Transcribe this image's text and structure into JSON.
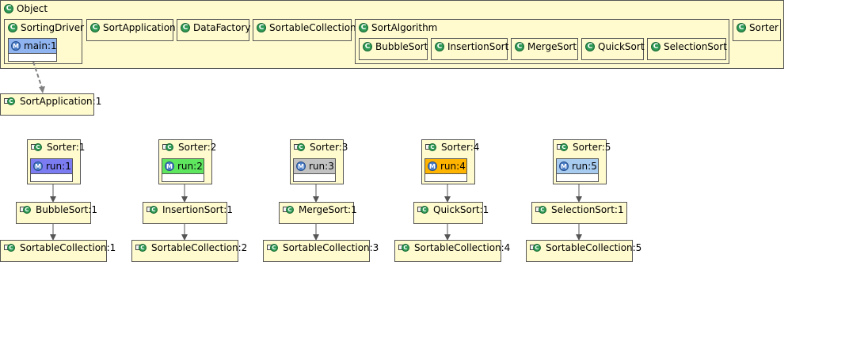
{
  "colors": {
    "class_fill": "#fffbcf",
    "class_border": "#555555",
    "class_icon": "#2f9a55",
    "method_icon": "#4a7dc8",
    "dependency_arrow": "#808080",
    "call_arrow": "#555555"
  },
  "class_hierarchy": {
    "root": "Object",
    "children": [
      {
        "name": "SortingDriver",
        "methods": [
          {
            "name": "main:1",
            "color": "#8fb4ef"
          }
        ]
      },
      {
        "name": "SortApplication"
      },
      {
        "name": "DataFactory"
      },
      {
        "name": "SortableCollection"
      },
      {
        "name": "SortAlgorithm",
        "children": [
          "BubbleSort",
          "InsertionSort",
          "MergeSort",
          "QuickSort",
          "SelectionSort"
        ]
      },
      {
        "name": "Sorter"
      }
    ]
  },
  "instances": {
    "app": "SortApplication:1",
    "chains": [
      {
        "sorter": "Sorter:1",
        "method": "run:1",
        "method_color": "#7b7bf2",
        "algorithm": "BubbleSort:1",
        "collection": "SortableCollection:1"
      },
      {
        "sorter": "Sorter:2",
        "method": "run:2",
        "method_color": "#5fe65f",
        "algorithm": "InsertionSort:1",
        "collection": "SortableCollection:2"
      },
      {
        "sorter": "Sorter:3",
        "method": "run:3",
        "method_color": "#c2c2c2",
        "algorithm": "MergeSort:1",
        "collection": "SortableCollection:3"
      },
      {
        "sorter": "Sorter:4",
        "method": "run:4",
        "method_color": "#ffb400",
        "algorithm": "QuickSort:1",
        "collection": "SortableCollection:4"
      },
      {
        "sorter": "Sorter:5",
        "method": "run:5",
        "method_color": "#a8ccf0",
        "algorithm": "SelectionSort:1",
        "collection": "SortableCollection:5"
      }
    ]
  }
}
